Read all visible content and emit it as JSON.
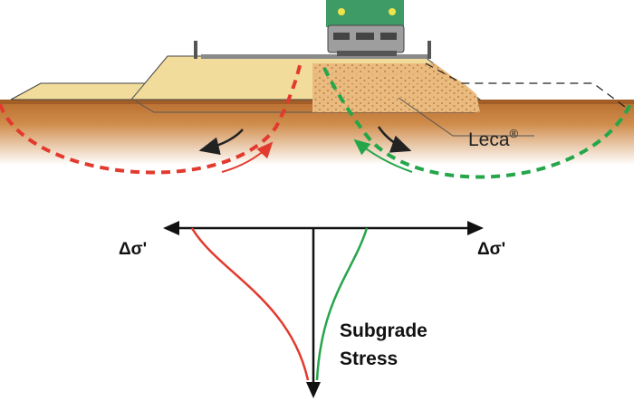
{
  "labels": {
    "delta_left": "Δσ'",
    "delta_right": "Δσ'",
    "leca": "Leca",
    "leca_mark": "®",
    "subgrade_line1": "Subgrade",
    "subgrade_line2": "Stress"
  },
  "colors": {
    "ground": "#c67f3d",
    "ground_dark": "#a9652b",
    "embankment": "#f2dc9b",
    "leca_fill": "#e6b476",
    "red": "#e23a2e",
    "green": "#25a64a",
    "axis": "#111111",
    "train": "#3e9b66"
  },
  "icons": [
    "train-icon",
    "rail-post-icon"
  ]
}
